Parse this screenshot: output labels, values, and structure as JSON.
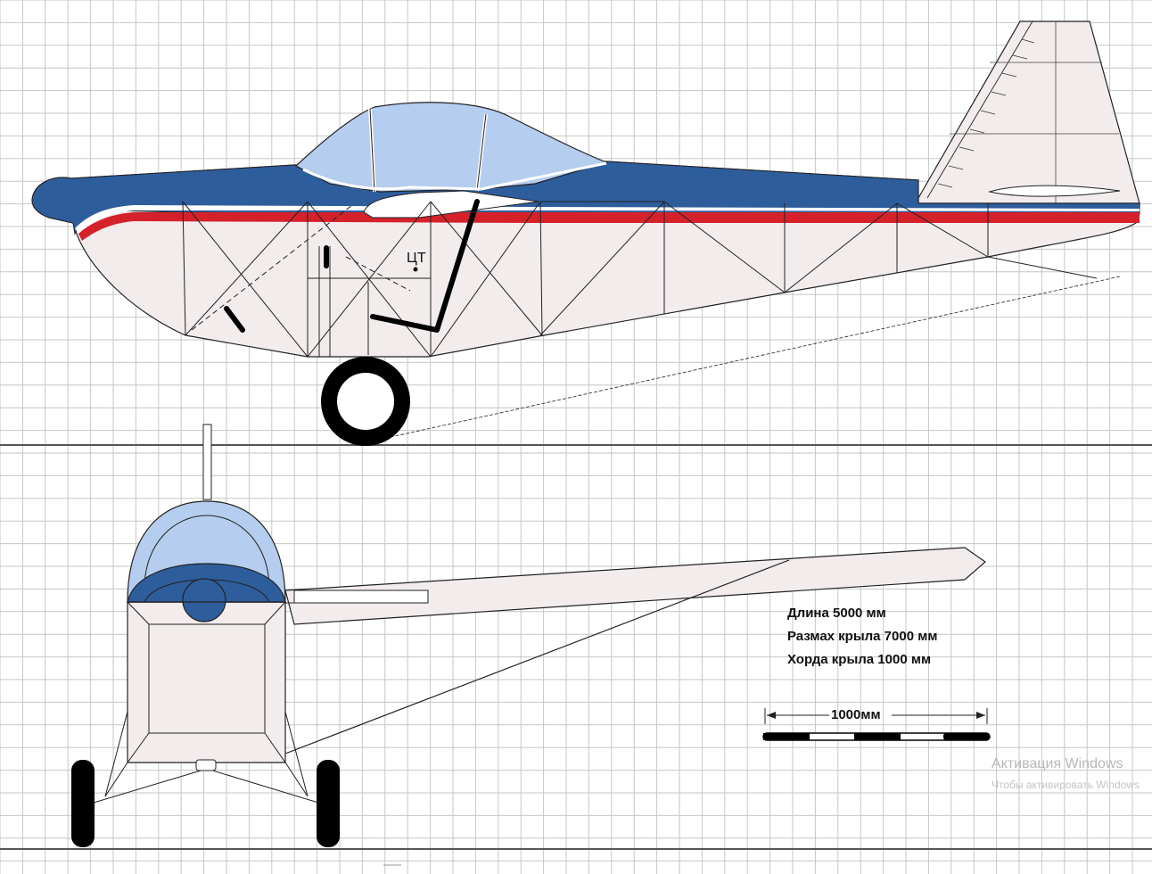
{
  "colors": {
    "grid": "#c6c6c6",
    "fuselage": "#f3ecec",
    "blue": "#2e5d9c",
    "canopy": "#b5cdee",
    "red": "#d4212a",
    "outline": "#222222",
    "black": "#000000"
  },
  "labels": {
    "cg": "ЦТ",
    "length": "Длина 5000 мм",
    "span": "Размах крыла 7000 мм",
    "chord": "Хорда крыла 1000 мм",
    "scale": "1000мм"
  },
  "watermark": {
    "title": "Активация Windows",
    "subtitle": "Чтобы активировать Windows"
  }
}
